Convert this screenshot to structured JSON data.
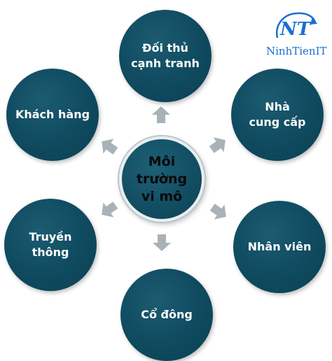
{
  "center_label": "Môi trường\nvi mô",
  "nodes": {
    "top": "Đối thủ\ncạnh tranh",
    "upper_right": "Nhà\ncung cấp",
    "lower_right": "Nhân viên",
    "bottom": "Cổ đông",
    "lower_left": "Truyền thông",
    "upper_left": "Khách hàng"
  },
  "logo": {
    "mark": "NT",
    "name": "NinhTienIT"
  },
  "colors": {
    "node_fill": "#0f4a5f",
    "arrow_fill": "#a9b3b7",
    "logo_blue": "#1a6fd0"
  }
}
